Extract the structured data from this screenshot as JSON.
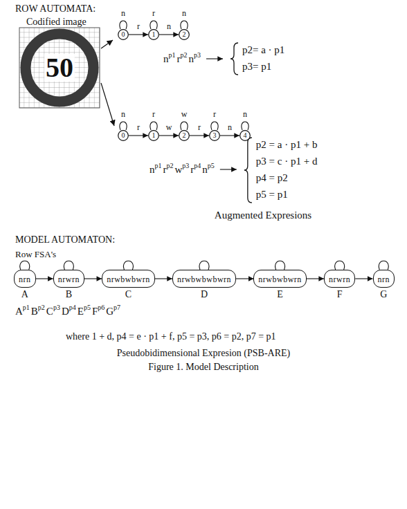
{
  "diagram": {
    "caption": "Figure 1. Model Description",
    "nodes": [
      {
        "text": [
          "0"
        ]
      },
      {
        "text": [
          "1"
        ]
      },
      {
        "text": [
          "2"
        ]
      },
      {
        "text": [
          "0"
        ]
      },
      {
        "text": [
          "1"
        ]
      },
      {
        "text": [
          "2"
        ]
      },
      {
        "text": [
          "3"
        ]
      },
      {
        "text": [
          "4"
        ]
      },
      {
        "text": [
          "nrn",
          "A"
        ]
      },
      {
        "text": [
          "nrwrn",
          "B"
        ]
      },
      {
        "text": [
          "nrwbwbwrn",
          "C"
        ]
      },
      {
        "text": [
          "nrwbwbwbwrn",
          "D"
        ]
      },
      {
        "text": [
          "nrwbwbwrn",
          "E"
        ]
      },
      {
        "text": [
          "nrwrn",
          "F"
        ]
      },
      {
        "text": [
          "nrn",
          "G"
        ]
      }
    ],
    "edges": [
      {
        "from": 0,
        "to": 1,
        "label": "r",
        "arrow": "to"
      },
      {
        "from": 1,
        "to": 2,
        "label": "n",
        "arrow": "to"
      },
      {
        "from": 3,
        "to": 4,
        "label": "r",
        "arrow": "to"
      },
      {
        "from": 4,
        "to": 5,
        "label": "w",
        "arrow": "to"
      },
      {
        "from": 5,
        "to": 6,
        "label": "r",
        "arrow": "to"
      },
      {
        "from": 6,
        "to": 7,
        "label": "n",
        "arrow": "to"
      },
      {
        "from": 8,
        "to": 9,
        "arrow": "to"
      },
      {
        "from": 9,
        "to": 10,
        "arrow": "to"
      },
      {
        "from": 10,
        "to": 11,
        "arrow": "to"
      },
      {
        "from": 11,
        "to": 12,
        "arrow": "to"
      },
      {
        "from": 12,
        "to": 13,
        "arrow": "to"
      },
      {
        "from": 13,
        "to": 14,
        "arrow": "to"
      }
    ],
    "labels": [
      "ROW AUTOMATA:",
      "Codified image",
      "50",
      "n",
      "r",
      "n",
      "n",
      "p1",
      "r",
      "p2",
      "n",
      "p3",
      "p2= a · p1",
      "p3= p1",
      "n",
      "r",
      "w",
      "r",
      "n",
      "n",
      "p1",
      "r",
      "p2",
      "w",
      "p3",
      "r",
      "p4",
      "n",
      "p5",
      "p2 = a · p1 + b",
      "p3 = c · p1 + d",
      "p4 = p2",
      "p5 = p1",
      "Augmented Expresions",
      "MODEL AUTOMATON:",
      "Row FSA's",
      "A",
      "p1",
      "B",
      "p2",
      "C",
      "p3",
      "D",
      "p4",
      "E",
      "p5",
      "F",
      "p6",
      "G",
      "p7",
      "where 1 + d, p4 = e · p1 + f, p5 = p3, p6 = p2, p7 = p1",
      "Pseudobidimensional Expresion (PSB-ARE)"
    ]
  }
}
